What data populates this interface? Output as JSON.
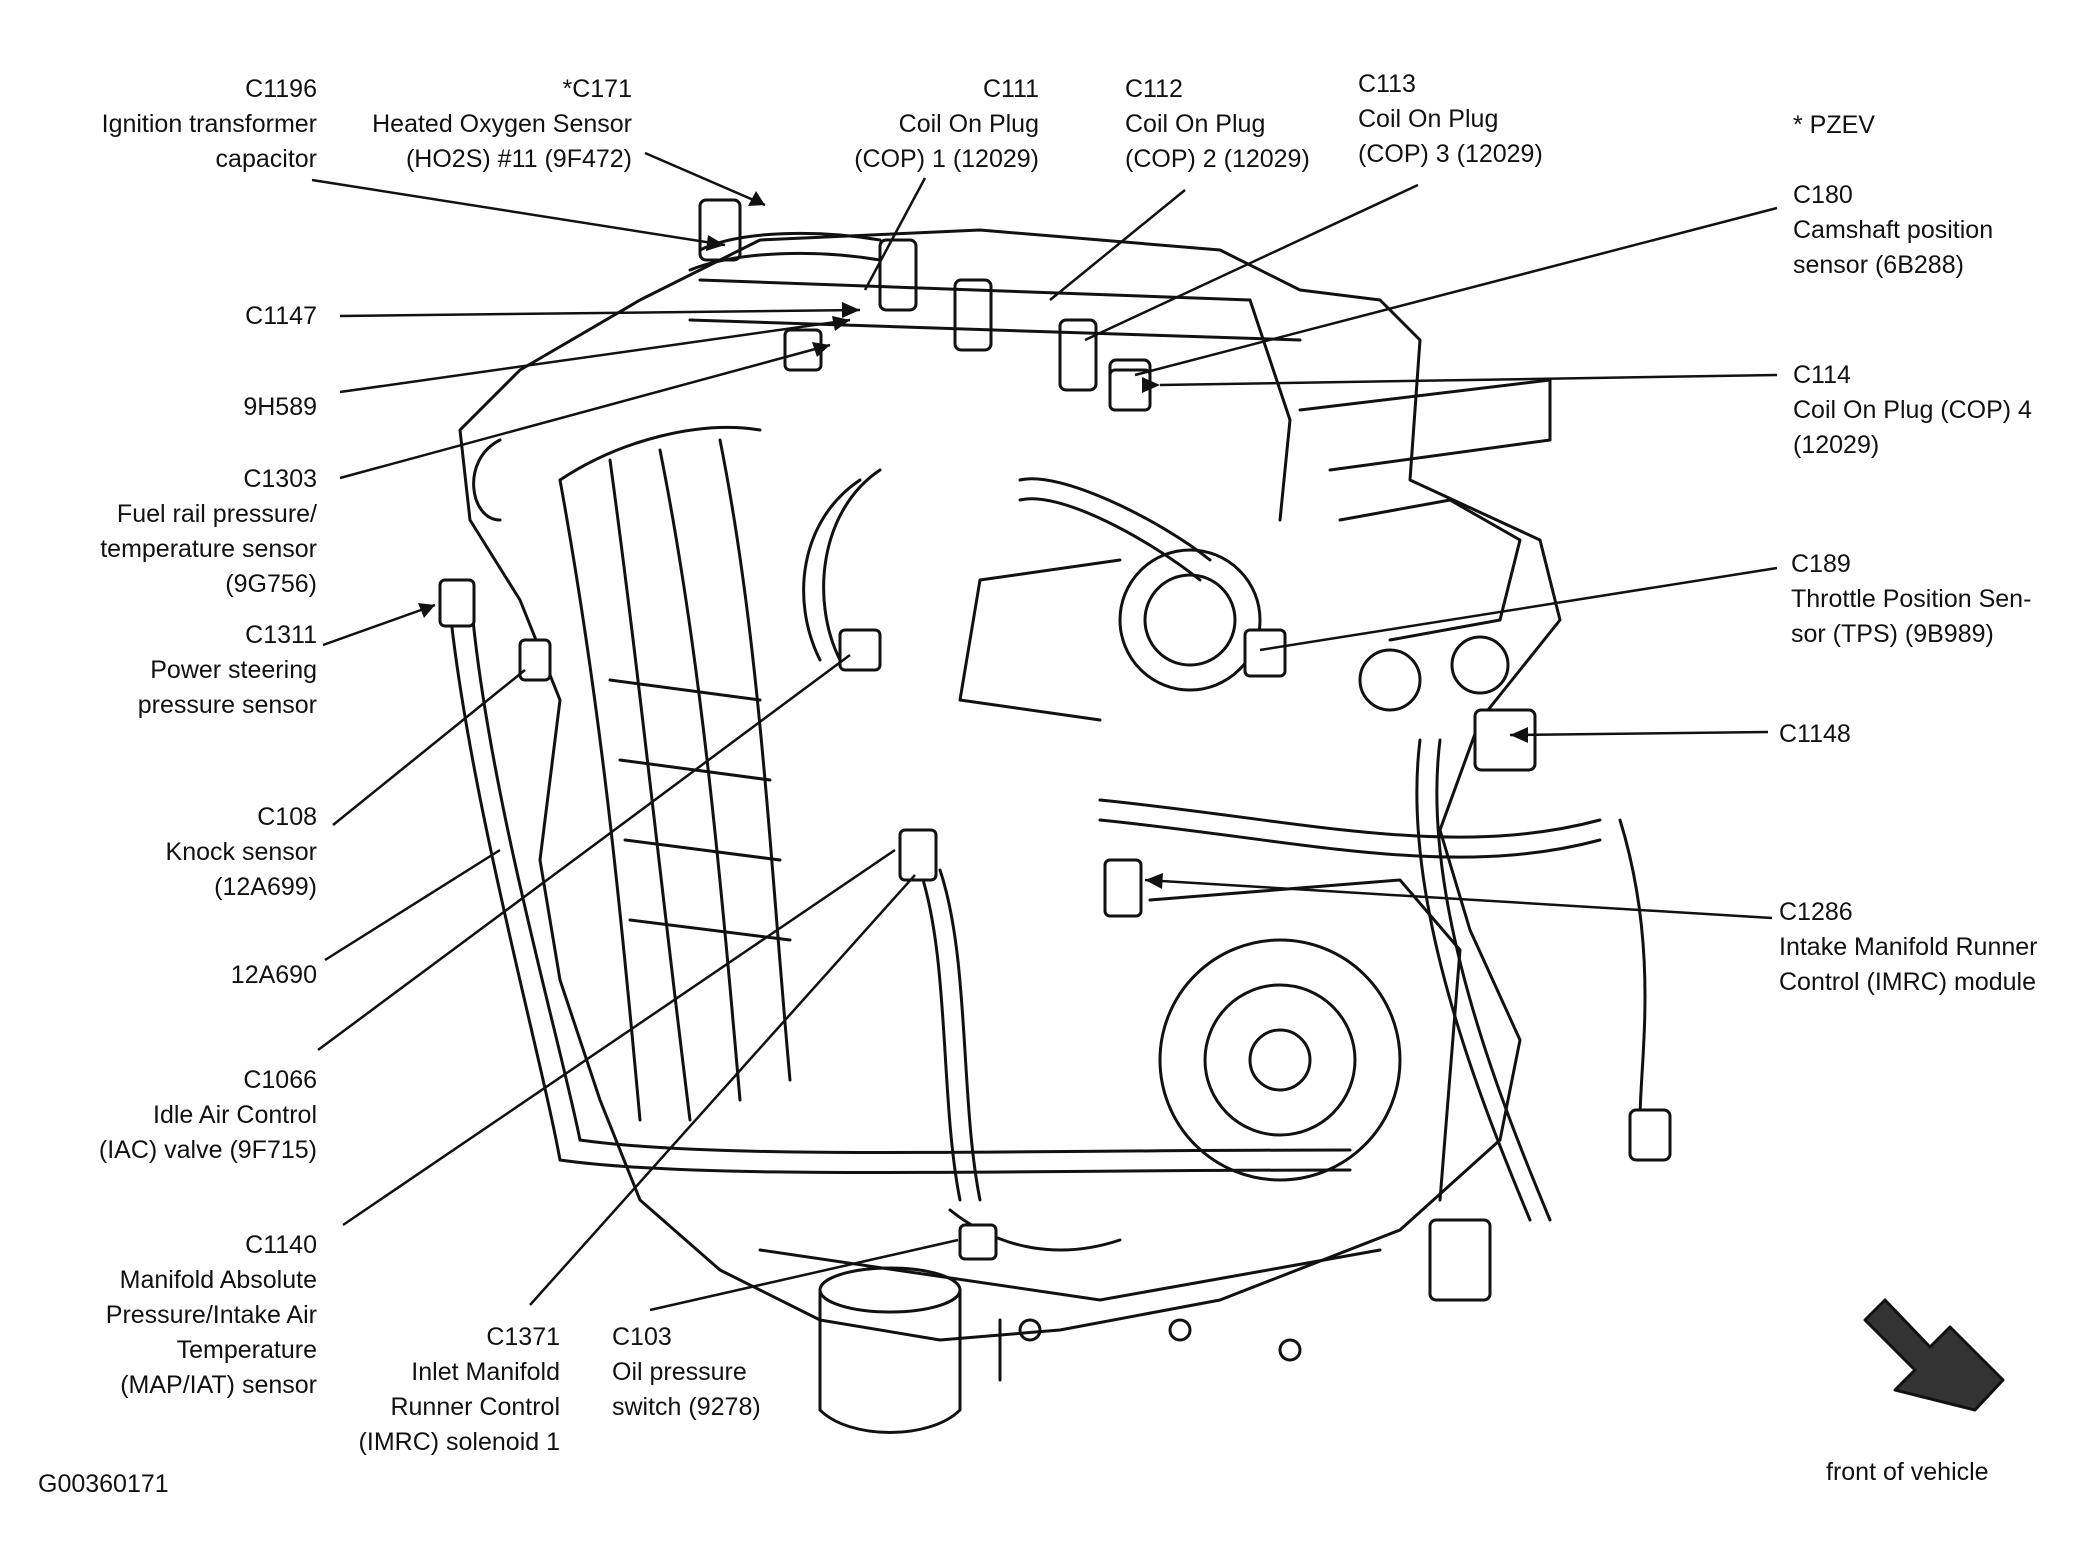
{
  "figure_code": "G00360171",
  "pzev_note": "* PZEV",
  "front_label": "front of vehicle",
  "callouts": [
    {
      "id": "c1196",
      "code": "C1196",
      "lines": [
        "Ignition transformer",
        "capacitor"
      ]
    },
    {
      "id": "c171",
      "code": "*C171",
      "lines": [
        "Heated Oxygen Sensor",
        "(HO2S) #11 (9F472)"
      ]
    },
    {
      "id": "c111",
      "code": "C111",
      "lines": [
        "Coil On Plug",
        "(COP) 1 (12029)"
      ]
    },
    {
      "id": "c112",
      "code": "C112",
      "lines": [
        "Coil On Plug",
        "(COP) 2 (12029)"
      ]
    },
    {
      "id": "c113",
      "code": "C113",
      "lines": [
        "Coil On Plug",
        "(COP) 3 (12029)"
      ]
    },
    {
      "id": "c180",
      "code": "C180",
      "lines": [
        "Camshaft position",
        "sensor (6B288)"
      ]
    },
    {
      "id": "c1147",
      "code": "C1147",
      "lines": []
    },
    {
      "id": "h589",
      "code": "9H589",
      "lines": []
    },
    {
      "id": "c114",
      "code": "C114",
      "lines": [
        "Coil On Plug (COP) 4",
        "(12029)"
      ]
    },
    {
      "id": "c1303",
      "code": "C1303",
      "lines": [
        "Fuel rail pressure/",
        "temperature sensor",
        "(9G756)"
      ]
    },
    {
      "id": "c189",
      "code": "C189",
      "lines": [
        "Throttle Position Sen-",
        "sor (TPS) (9B989)"
      ]
    },
    {
      "id": "c1311",
      "code": "C1311",
      "lines": [
        "Power steering",
        "pressure sensor"
      ]
    },
    {
      "id": "c1148",
      "code": "C1148",
      "lines": []
    },
    {
      "id": "c108",
      "code": "C108",
      "lines": [
        "Knock sensor",
        "(12A699)"
      ]
    },
    {
      "id": "c1286",
      "code": "C1286",
      "lines": [
        "Intake Manifold Runner",
        "Control (IMRC) module"
      ]
    },
    {
      "id": "a690",
      "code": "12A690",
      "lines": []
    },
    {
      "id": "c1066",
      "code": "C1066",
      "lines": [
        "Idle Air Control",
        "(IAC) valve (9F715)"
      ]
    },
    {
      "id": "c1140",
      "code": "C1140",
      "lines": [
        "Manifold Absolute",
        "Pressure/Intake Air",
        "Temperature",
        "(MAP/IAT) sensor"
      ]
    },
    {
      "id": "c1371",
      "code": "C1371",
      "lines": [
        "Inlet Manifold",
        "Runner Control",
        "(IMRC) solenoid 1"
      ]
    },
    {
      "id": "c103",
      "code": "C103",
      "lines": [
        "Oil pressure",
        "switch (9278)"
      ]
    }
  ]
}
